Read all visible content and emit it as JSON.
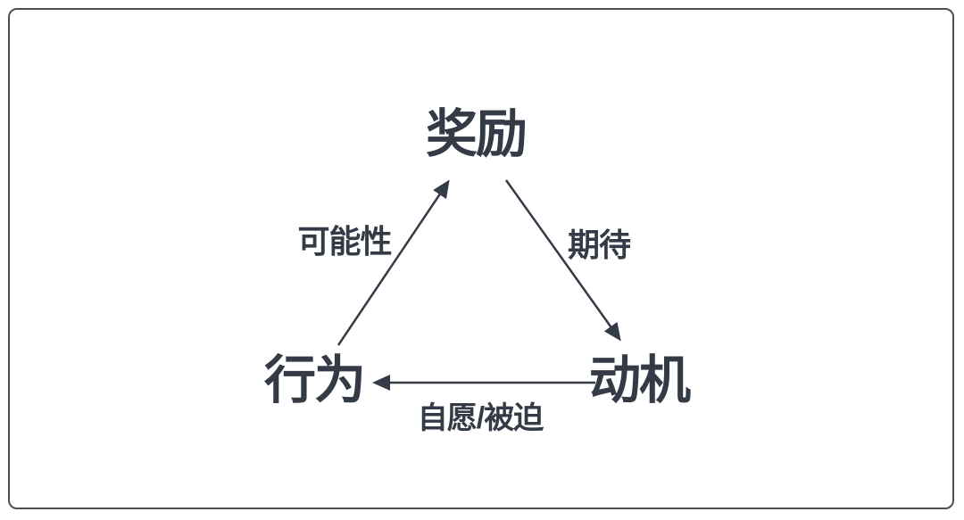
{
  "diagram": {
    "title": "reward-motivation-behavior-triangle",
    "nodes": {
      "reward": {
        "label": "奖励"
      },
      "behavior": {
        "label": "行为"
      },
      "motivation": {
        "label": "动机"
      }
    },
    "edges": {
      "behavior_to_reward": {
        "label": "可能性",
        "direction": "行为 → 奖励"
      },
      "reward_to_motivation": {
        "label": "期待",
        "direction": "奖励 → 动机"
      },
      "motivation_to_behavior": {
        "label": "自愿/被迫",
        "direction": "动机 → 行为"
      }
    },
    "colors": {
      "text": "#343b46",
      "line": "#343b46",
      "border": "#4f4f4f",
      "background": "#ffffff"
    }
  }
}
